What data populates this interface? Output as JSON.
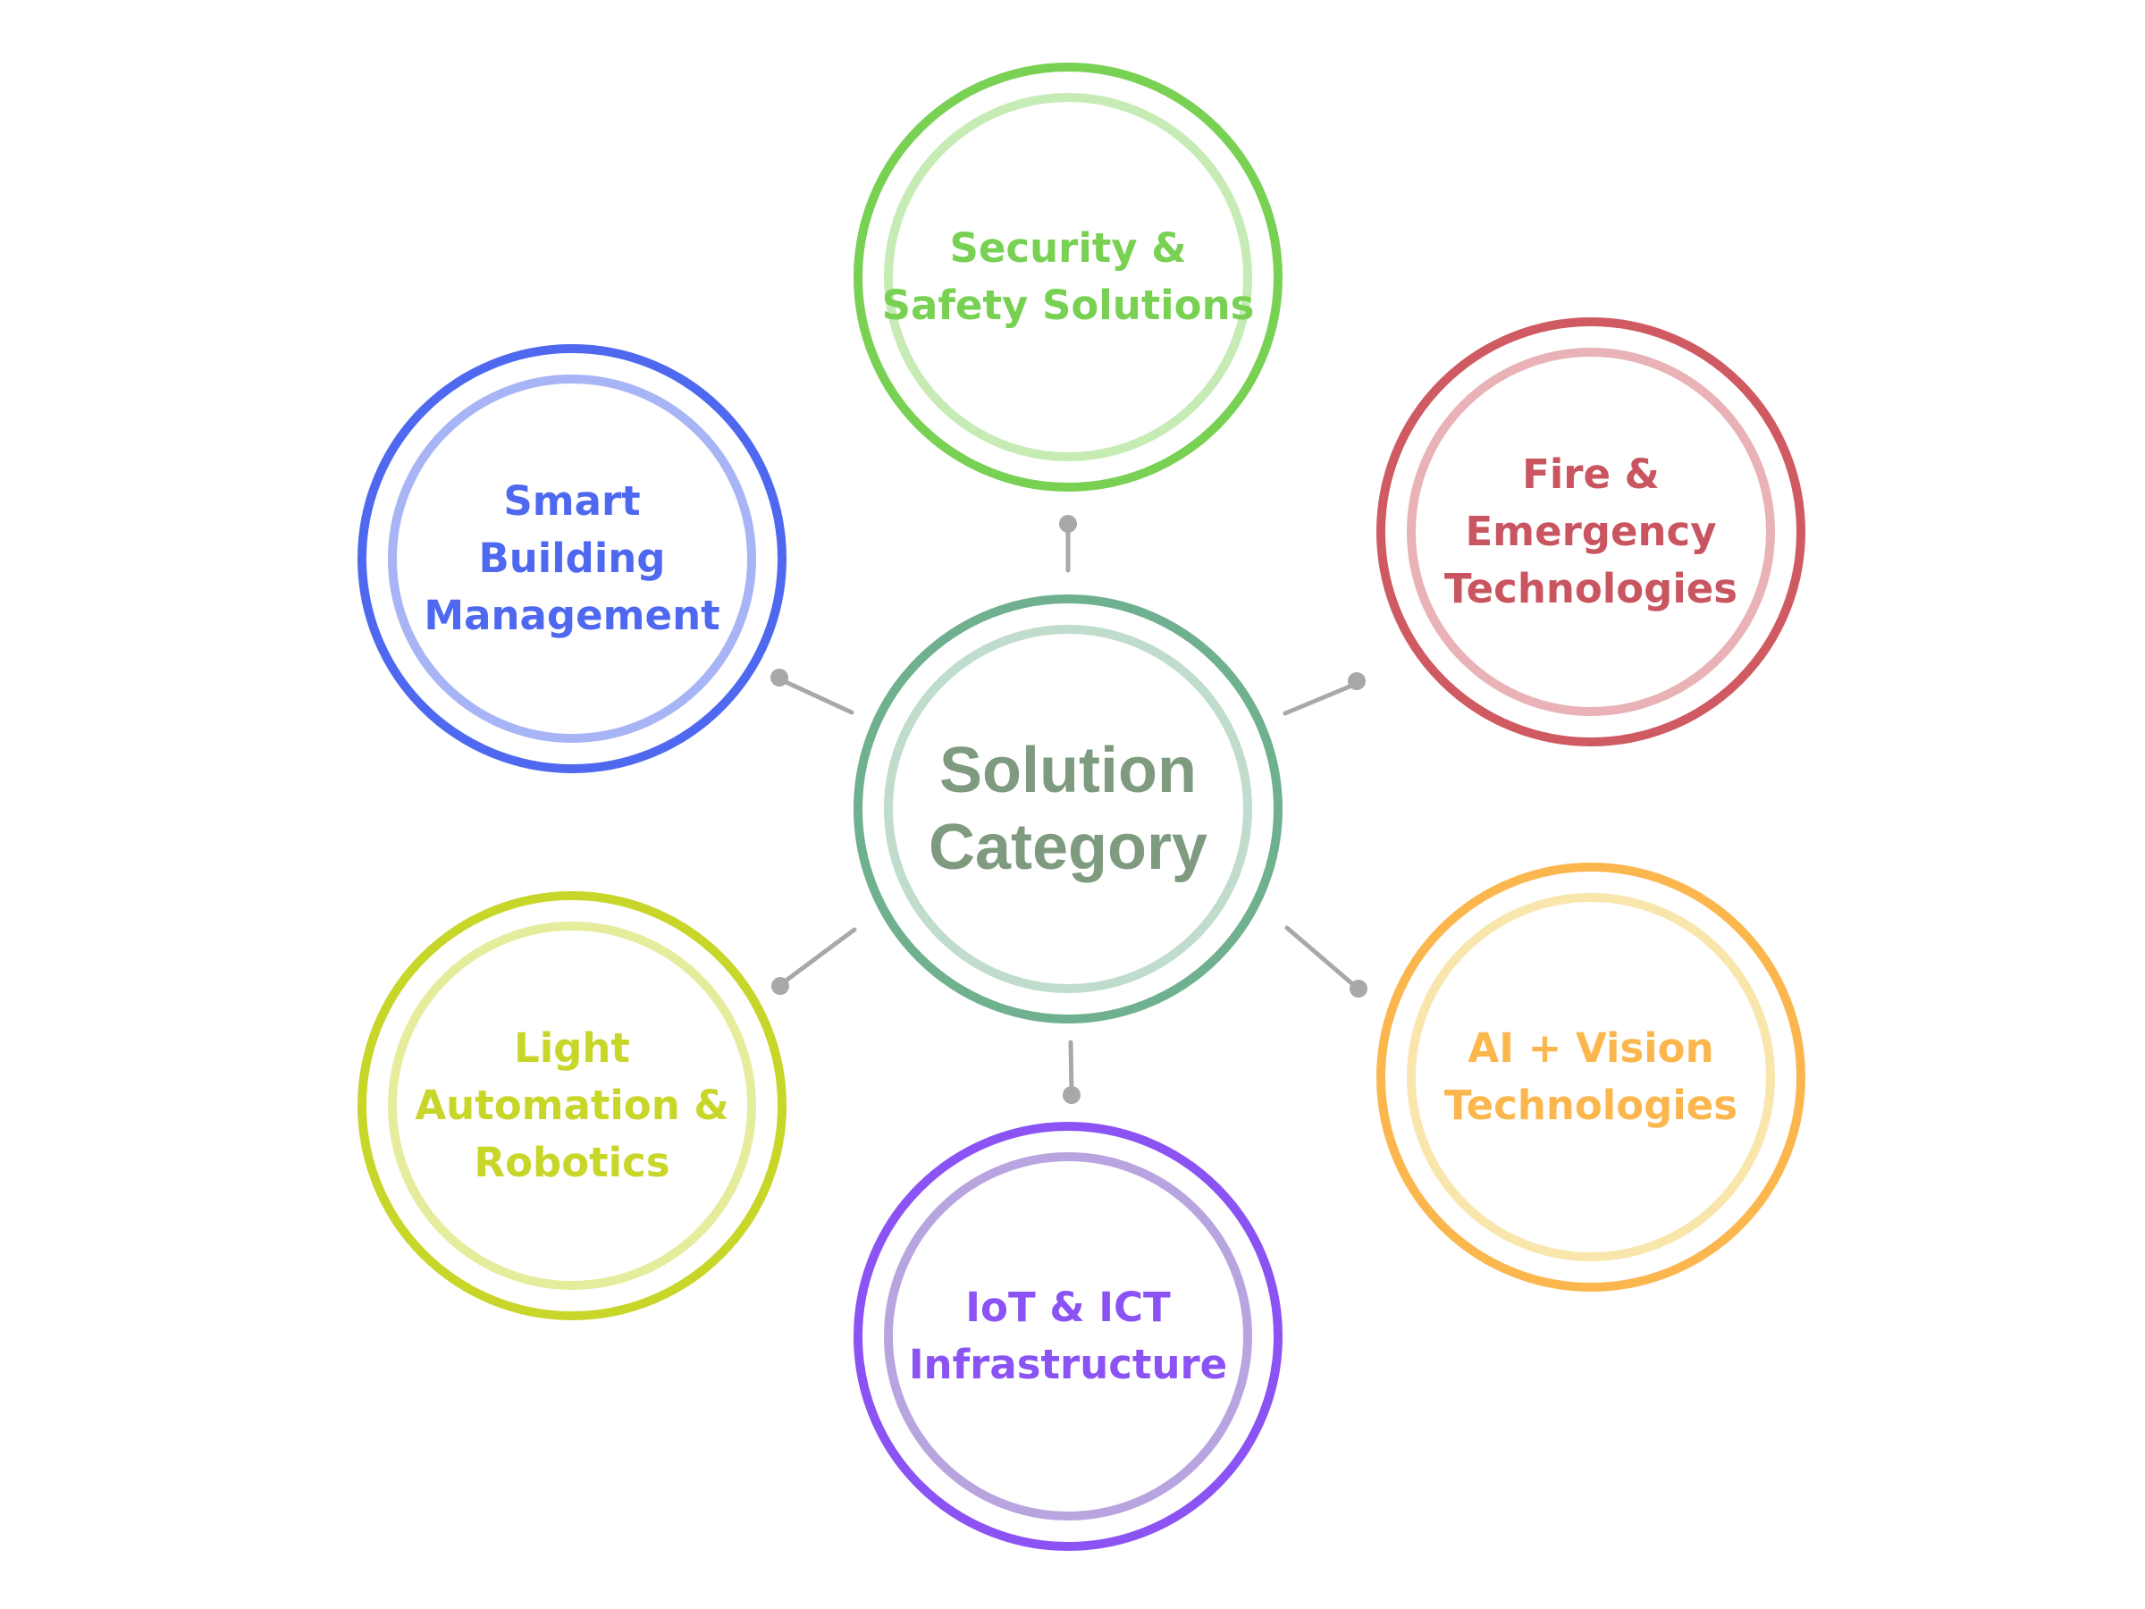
{
  "center": {
    "label": "Solution\nCategory",
    "color": "#6fb08f",
    "inner_color": "#bfdccc",
    "text_color": "#7e9a7f"
  },
  "connector_color": "#a8a8a8",
  "nodes": [
    {
      "key": "security",
      "label": "Security &\nSafety Solutions",
      "color": "#79d153",
      "inner_color": "#c6ebb4",
      "text_color": "#79d153"
    },
    {
      "key": "fire",
      "label": "Fire & Emergency\nTechnologies",
      "color": "#cf5a62",
      "inner_color": "#e8b2b7",
      "text_color": "#c95560"
    },
    {
      "key": "ai-vision",
      "label": "AI + Vision\nTechnologies",
      "color": "#fbb74d",
      "inner_color": "#f9e6ad",
      "text_color": "#fbb74d"
    },
    {
      "key": "iot",
      "label": "IoT & ICT\nInfrastructure",
      "color": "#8b52f4",
      "inner_color": "#b8a5e0",
      "text_color": "#8b52f4"
    },
    {
      "key": "light",
      "label": "Light\nAutomation &\nRobotics",
      "color": "#c8d62a",
      "inner_color": "#e5ec9b",
      "text_color": "#c8d62a"
    },
    {
      "key": "smart-building",
      "label": "Smart\nBuilding\nManagement",
      "color": "#4e69f0",
      "inner_color": "#a7b4f5",
      "text_color": "#4e69f0"
    }
  ]
}
